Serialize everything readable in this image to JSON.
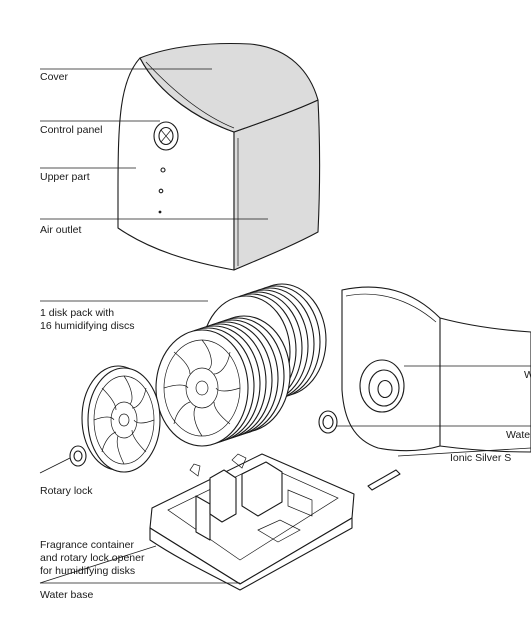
{
  "labels": {
    "cover": "Cover",
    "control_panel": "Control panel",
    "upper_part": "Upper part",
    "air_outlet": "Air outlet",
    "disk_pack_line1": "1 disk pack with",
    "disk_pack_line2": "16 humidifying discs",
    "rotary_lock": "Rotary lock",
    "fragrance_line1": "Fragrance container",
    "fragrance_line2": "and rotary lock opener",
    "fragrance_line3": "for humidifying disks",
    "water_base": "Water base",
    "right_cut_1": "W",
    "right_cut_2": "Wate",
    "right_cut_3": "Ionic Silver S"
  },
  "colors": {
    "ink": "#1a1a1a",
    "panel_fill": "#dcdcdc",
    "background": "#ffffff"
  }
}
